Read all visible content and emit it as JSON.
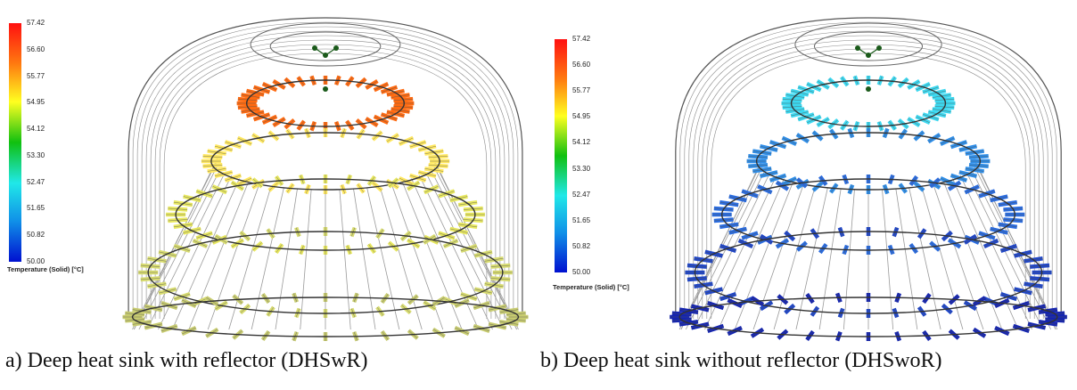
{
  "panels": [
    {
      "id": "a",
      "caption": "a) Deep heat sink with reflector (DHSwR)",
      "legend": {
        "title": "Temperature (Solid) [°C]",
        "ticks": [
          "57.42",
          "56.60",
          "55.77",
          "54.95",
          "54.12",
          "53.30",
          "52.47",
          "51.65",
          "50.82",
          "50.00"
        ]
      },
      "tier_colors": [
        "#ff6a10",
        "#ffe860",
        "#e8e860",
        "#d8dc70",
        "#c8cc70"
      ]
    },
    {
      "id": "b",
      "caption": "b) Deep heat sink without reflector (DHSwoR)",
      "legend": {
        "title": "Temperature (Solid) [°C]",
        "ticks": [
          "57.42",
          "56.60",
          "55.77",
          "54.95",
          "54.12",
          "53.30",
          "52.47",
          "51.65",
          "50.82",
          "50.00"
        ]
      },
      "tier_colors": [
        "#3cd8f0",
        "#2f8ee8",
        "#2a6ce0",
        "#1f46c8",
        "#1424b0"
      ]
    }
  ],
  "colormap": [
    "#ff1010",
    "#ff7a10",
    "#ffff20",
    "#10c010",
    "#20e8e8",
    "#1090e8",
    "#0010d0"
  ]
}
